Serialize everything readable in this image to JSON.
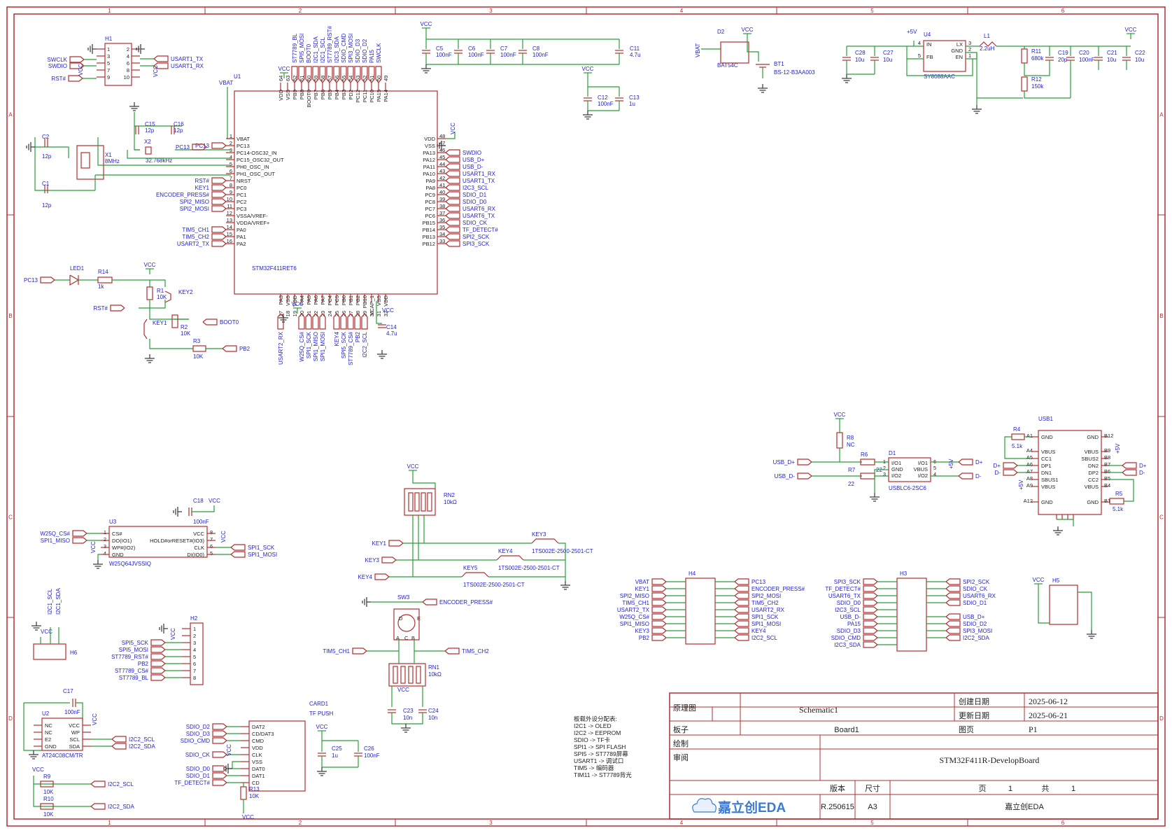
{
  "frame": {
    "col_labels": [
      "1",
      "2",
      "3",
      "4",
      "5",
      "6"
    ],
    "row_labels": [
      "A",
      "B",
      "C",
      "D"
    ]
  },
  "mcu": {
    "ref": "U1",
    "part": "STM32F411RET6",
    "vbat_net": "VBAT",
    "left_pins": [
      "VBAT",
      "PC13",
      "PC14-OSC32_IN",
      "PC15_OSC32_OUT",
      "PH0_OSC_IN",
      "PH1_OSC_OUT",
      "NRST",
      "PC0",
      "PC1",
      "PC2",
      "PC3",
      "VSSA/VREF-",
      "VDDA/VREF+",
      "PA0",
      "PA1",
      "PA2"
    ],
    "left_nums": [
      "1",
      "2",
      "3",
      "4",
      "5",
      "6",
      "7",
      "8",
      "9",
      "10",
      "11",
      "12",
      "13",
      "14",
      "15",
      "16"
    ],
    "left_nets": [
      "",
      "PC13",
      "",
      "",
      "",
      "",
      "RST#",
      "KEY1",
      "ENCODER_PRESS#",
      "SPI2_MISO",
      "SPI2_MOSI",
      "",
      "",
      "TIM5_CH1",
      "TIM5_CH2",
      "USART2_TX"
    ],
    "right_pins": [
      "VDD",
      "VSS",
      "PA13",
      "PA12",
      "PA11",
      "PA10",
      "PA9",
      "PA8",
      "PC9",
      "PC8",
      "PC7",
      "PC6",
      "PB15",
      "PB14",
      "PB13",
      "PB12"
    ],
    "right_nums": [
      "48",
      "47",
      "46",
      "45",
      "44",
      "43",
      "42",
      "41",
      "40",
      "39",
      "38",
      "37",
      "36",
      "35",
      "34",
      "33"
    ],
    "right_nets": [
      "",
      "",
      "SWDIO",
      "USB_D+",
      "USB_D-",
      "USART1_RX",
      "USART1_TX",
      "I2C3_SCL",
      "SDIO_D1",
      "SDIO_D0",
      "USART6_RX",
      "USART6_TX",
      "SDIO_CK",
      "TF_DETECT#",
      "SPI2_SCK",
      "SPI3_SCK"
    ],
    "top_pins": [
      "VDD",
      "VSS",
      "PB9",
      "PB8",
      "BOOT0",
      "PB7",
      "PB6",
      "PB5",
      "PB4",
      "PB3",
      "PD2",
      "PC12",
      "PC11",
      "PC10",
      "PA15",
      "PA14"
    ],
    "top_nums": [
      "64",
      "63",
      "62",
      "61",
      "60",
      "59",
      "58",
      "57",
      "56",
      "55",
      "54",
      "53",
      "52",
      "51",
      "50",
      "49"
    ],
    "top_nets": [
      "ST7789_BL",
      "SPI5_MOSI",
      "BOOT0",
      "I2C1_SDA",
      "I2C1_SCL",
      "ST7789_RST#",
      "I2C3_SDA",
      "SDIO_CMD",
      "SPI3_MOSI",
      "SDIO_D3",
      "SDIO_D2",
      "PA15",
      "SWCLK"
    ],
    "bottom_pins": [
      "PA3",
      "VSS",
      "VDD",
      "PA4",
      "PA5",
      "PA6",
      "PA7",
      "PC4",
      "PC5",
      "PB0",
      "PB1",
      "PB2",
      "PB10",
      "VCAP_1",
      "VSS",
      "VDD"
    ],
    "bottom_nums": [
      "17",
      "18",
      "19",
      "20",
      "21",
      "22",
      "23",
      "24",
      "25",
      "26",
      "27",
      "28",
      "29",
      "30",
      "31",
      "32"
    ],
    "bottom_nets": [
      "USART2_RX",
      "W25Q_CS#",
      "SPI1_SCK",
      "SPI1_MISO",
      "SPI1_MOSI",
      "KEY4",
      "SPI5_SCK",
      "ST7789_CS#",
      "PB2",
      "I2C2_SCL"
    ],
    "vcc": "VCC"
  },
  "top_caps": [
    {
      "ref": "C5",
      "val": "100nF"
    },
    {
      "ref": "C6",
      "val": "100nF"
    },
    {
      "ref": "C7",
      "val": "100nF"
    },
    {
      "ref": "C8",
      "val": "100nF"
    },
    {
      "ref": "C11",
      "val": "4.7u"
    }
  ],
  "caps_mid": [
    {
      "ref": "C12",
      "val": "100nF"
    },
    {
      "ref": "C13",
      "val": "1u"
    }
  ],
  "h1": {
    "ref": "H1",
    "left": [
      "SWCLK",
      "SWDIO",
      "RST#"
    ],
    "right": [
      "USART1_TX",
      "USART1_RX"
    ],
    "nums_l": [
      "1",
      "3",
      "5",
      "7",
      "9"
    ],
    "nums_r": [
      "2",
      "4",
      "6",
      "8",
      "10"
    ],
    "vcc": "VCC"
  },
  "osc": {
    "c15": "C15",
    "c15v": "12p",
    "c16": "C16",
    "c16v": "12p",
    "x2": "X2",
    "x2v": "32.768kHz",
    "pc13": "PC13",
    "c2": "C2",
    "c2v": "12p",
    "c1": "C1",
    "c1v": "12p",
    "x1": "X1",
    "x1v": "8MHz"
  },
  "led": {
    "net": "PC13",
    "ref": "LED1",
    "r": "R14",
    "rv": "1k",
    "vcc": "VCC",
    "r1": "R1",
    "r1v": "10K",
    "key2": "KEY2",
    "rst": "RST#",
    "key1": "KEY1",
    "boot0": "BOOT0",
    "r2": "R2",
    "r2v": "10K",
    "r3": "R3",
    "r3v": "10K",
    "pb2": "PB2"
  },
  "c14": {
    "ref": "C14",
    "val": "4.7u",
    "vcc": "VCC"
  },
  "diode": {
    "vbat": "VBAT",
    "ref": "D2",
    "part": "BAT54C",
    "vcc": "VCC",
    "bt": "BT1",
    "btpart": "BS-12-B3AA003"
  },
  "buck": {
    "c28": "C28",
    "c28v": "10u",
    "c27": "C27",
    "c27v": "10u",
    "v5": "+5V",
    "u4": "U4",
    "u4part": "SY8088AAC",
    "pins_l": [
      "IN",
      "FB"
    ],
    "pins_r": [
      "LX",
      "GND",
      "EN"
    ],
    "nl": [
      "4",
      "5"
    ],
    "nr": [
      "3",
      "2",
      "1"
    ],
    "l1": "L1",
    "l1v": "2.2uH",
    "r11": "R11",
    "r11v": "680k",
    "r12": "R12",
    "r12v": "150k",
    "c19": "C19",
    "c19v": "20p",
    "c20": "C20",
    "c20v": "100nF",
    "c21": "C21",
    "c21v": "10u",
    "c22": "C22",
    "c22v": "10u",
    "vcc": "VCC"
  },
  "usb": {
    "vcc": "VCC",
    "r8": "R8",
    "r8v": "NC",
    "r6": "R6",
    "r6v": "22",
    "r7": "R7",
    "r7v": "22",
    "usbdp": "USB_D+",
    "usbdm": "USB_D-",
    "d1": "D1",
    "d1part": "USBLC6-2SC6",
    "d1l": [
      "I/O1",
      "GND",
      "I/O2"
    ],
    "d1r": [
      "I/O1",
      "VBUS",
      "I/O2"
    ],
    "d1ln": [
      "1",
      "2",
      "3"
    ],
    "d1rn": [
      "6",
      "5",
      "4"
    ],
    "dp": "D+",
    "dm": "D-",
    "vout": "+5V",
    "usb1": "USB1",
    "r4": "R4",
    "r4v": "5.1k",
    "r5": "R5",
    "r5v": "5.1k",
    "ul": [
      "GND",
      "VBUS",
      "CC1",
      "DP1",
      "DN1",
      "SBUS1",
      "VBUS",
      "GND"
    ],
    "ulpins": [
      "A1",
      "A4",
      "A5",
      "A6",
      "A7",
      "A8",
      "A9",
      "A12"
    ],
    "ur": [
      "GND",
      "VBUS",
      "SBUS2",
      "DN2",
      "DP2",
      "CC2",
      "VBUS",
      "GND"
    ],
    "urpins": [
      "B12",
      "B9",
      "B8",
      "B7",
      "B6",
      "B5",
      "B4",
      "B1"
    ],
    "v5": "+5V"
  },
  "flash": {
    "c18": "C18",
    "c18v": "100nF",
    "vcc": "VCC",
    "u3": "U3",
    "part": "W25Q64JVSSIQ",
    "pl": [
      "CS#",
      "DO(IO1)",
      "WP#(IO2)",
      "GND"
    ],
    "pr": [
      "VCC",
      "HOLD#orRESET#(IO3)",
      "CLK",
      "DI(IO0)"
    ],
    "nl": [
      "1",
      "2",
      "3",
      "4"
    ],
    "nr": [
      "8",
      "7",
      "6",
      "5"
    ],
    "ln": [
      "W25Q_CS#",
      "SPI1_MISO"
    ],
    "rn": [
      "SPI1_SCK",
      "SPI1_MOSI"
    ]
  },
  "keys": {
    "rn2": "RN2",
    "rn2v": "10kΩ",
    "vcc": "VCC",
    "k1": "KEY1",
    "k3": "KEY3",
    "k4": "KEY4",
    "key3": "KEY3",
    "key4": "KEY4",
    "key5": "KEY5",
    "kpart": "1TS002E-2500-2501-CT",
    "sw3": "SW3",
    "enc": "ENCODER_PRESS#",
    "t1": "TIM5_CH1",
    "t2": "TIM5_CH2",
    "rn1": "RN1",
    "rn1v": "10kΩ",
    "c23": "C23",
    "c23v": "10n",
    "c24": "C24",
    "c24v": "10n",
    "swpins": [
      "D",
      "E",
      "A",
      "C",
      "B"
    ]
  },
  "h6": {
    "ref": "H6",
    "nets": [
      "I2C1_SCL",
      "I2C1_SDA"
    ],
    "vcc": "VCC"
  },
  "h2": {
    "ref": "H2",
    "nets": [
      "SPI5_SCK",
      "SPI5_MOSI",
      "ST7789_RST#",
      "PB2",
      "ST7789_CS#",
      "ST7789_BL"
    ],
    "vcc": "VCC",
    "nums": [
      "1",
      "2",
      "3",
      "4",
      "5",
      "6",
      "7",
      "8"
    ]
  },
  "eeprom": {
    "c17": "C17",
    "c17v": "100nF",
    "u2": "U2",
    "part": "AT24C08CM/TR",
    "pl": [
      "NC",
      "NC",
      "E2",
      "GND"
    ],
    "pr": [
      "VCC",
      "WP",
      "SCL",
      "SDA"
    ],
    "rn": [
      "I2C2_SCL",
      "I2C2_SDA"
    ],
    "vcc": "VCC",
    "r9": "R9",
    "r9v": "10K",
    "r10": "R10",
    "r10v": "10K",
    "scl": "I2C2_SCL",
    "sda": "I2C2_SDA"
  },
  "sd": {
    "ref": "CARD1",
    "part": "TF PUSH",
    "ln": [
      "SDIO_D2",
      "SDIO_D3",
      "SDIO_CMD",
      "SDIO_CK",
      "SDIO_D0",
      "SDIO_D1",
      "TF_DETECT#"
    ],
    "pins": [
      "DAT2",
      "CD/DAT3",
      "CMD",
      "VDD",
      "CLK",
      "VSS",
      "DAT0",
      "DAT1",
      "CD"
    ],
    "vcc": "VCC",
    "r13": "R13",
    "r13v": "10K",
    "c25": "C25",
    "c25v": "1u",
    "c26": "C26",
    "c26v": "100nF"
  },
  "notes": [
    "板载外设分配表:",
    "I2C1 -> OLED",
    "I2C2 -> EEPROM",
    "SDIO -> TF卡",
    "SPI1 -> SPI FLASH",
    "SPI5 -> ST7789屏幕",
    "USART1 -> 调试口",
    "TIM5 -> 编码器",
    "TIM11 -> ST7789背光"
  ],
  "h4": {
    "ref": "H4",
    "left": [
      "VBAT",
      "KEY1",
      "SPI2_MISO",
      "TIM5_CH1",
      "USART2_TX",
      "W25Q_CS#",
      "SPI1_MISO",
      "KEY3",
      "PB2"
    ],
    "right": [
      "PC13",
      "ENCODER_PRESS#",
      "SPI2_MOSI",
      "TIM5_CH2",
      "USART2_RX",
      "SPI1_SCK",
      "SPI1_MOSI",
      "KEY4",
      "I2C2_SCL"
    ]
  },
  "h3": {
    "ref": "H3",
    "left": [
      "SPI3_SCK",
      "TF_DETECT#",
      "USART6_TX",
      "SDIO_D0",
      "I2C3_SCL",
      "USB_D-",
      "PA15",
      "SDIO_D3",
      "SDIO_CMD",
      "I2C3_SDA"
    ],
    "right": [
      "SPI2_SCK",
      "SDIO_CK",
      "USART6_RX",
      "SDIO_D1",
      "",
      "USB_D+",
      "SDIO_D2",
      "SPI3_MOSI",
      "I2C2_SDA"
    ]
  },
  "h5": {
    "ref": "H5",
    "vcc": "VCC"
  },
  "titleblock": {
    "k_schematic": "原理图",
    "v_schematic": "Schematic1",
    "k_created": "创建日期",
    "v_created": "2025-06-12",
    "k_updated": "更新日期",
    "v_updated": "2025-06-21",
    "k_board": "板子",
    "v_board": "Board1",
    "k_page": "图页",
    "v_page": "P1",
    "k_draw": "绘制",
    "k_review": "审阅",
    "v_project": "STM32F411R-DevelopBoard",
    "k_ver": "版本",
    "k_size": "尺寸",
    "v_ver": "R.250615",
    "v_size": "A3",
    "k_pg": "页",
    "v_pg": "1",
    "k_of": "共",
    "v_of": "1",
    "brand": "嘉立创EDA",
    "v_tool": "嘉立创EDA"
  }
}
